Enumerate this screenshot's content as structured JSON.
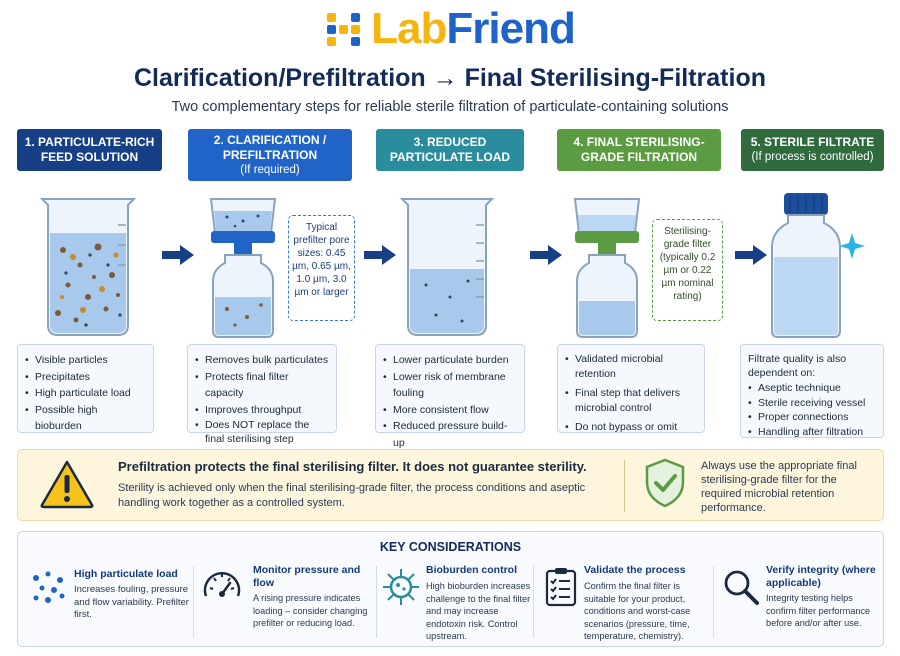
{
  "brand": {
    "lab": "Lab",
    "friend": "Friend"
  },
  "title": "Clarification/Prefiltration → Final Sterilising-Filtration",
  "subtitle": "Two complementary steps for reliable sterile filtration of particulate-containing solutions",
  "colors": {
    "step1": "#173f86",
    "step2": "#2064c8",
    "step3": "#2a8d9d",
    "step4": "#5b9c43",
    "step5": "#2f6b3c",
    "arrow": "#173f86",
    "warning": "#f6c21c"
  },
  "steps": [
    {
      "title": "1. PARTICULATE-RICH FEED SOLUTION",
      "sub": "",
      "bullets": [
        "Visible particles",
        "Precipitates",
        "High particulate load",
        "Possible high bioburden"
      ]
    },
    {
      "title": "2. CLARIFICATION / PREFILTRATION",
      "sub": "(If required)",
      "bullets": [
        "Removes bulk particulates",
        "Protects final filter capacity",
        "Improves throughput",
        "Does NOT replace the final sterilising step"
      ]
    },
    {
      "title": "3. REDUCED PARTICULATE LOAD",
      "sub": "",
      "bullets": [
        "Lower particulate burden",
        "Lower risk of membrane fouling",
        "More consistent flow",
        "Reduced pressure build-up"
      ]
    },
    {
      "title": "4. FINAL STERILISING-GRADE FILTRATION",
      "sub": "",
      "bullets": [
        "Validated microbial retention",
        "Final step that delivers microbial control",
        "Do not bypass or omit"
      ]
    },
    {
      "title": "5. STERILE FILTRATE",
      "sub": "(If process is controlled)",
      "intro": "Filtrate quality is also dependent on:",
      "bullets": [
        "Aseptic technique",
        "Sterile receiving vessel",
        "Proper connections",
        "Handling after filtration"
      ]
    }
  ],
  "callouts": {
    "prefilter": "Typical prefilter pore sizes: 0.45 µm, 0.65 µm, 1.0 µm, 3.0 µm or larger",
    "sterilising": "Sterilising-grade filter (typically 0.2 µm or 0.22 µm nominal rating)"
  },
  "warning": {
    "headline": "Prefiltration protects the final sterilising filter. It does not guarantee sterility.",
    "body": "Sterility is achieved only when the final sterilising-grade filter, the process conditions and aseptic handling work together as a controlled system.",
    "right": "Always use the appropriate final sterilising-grade filter for the required microbial retention performance."
  },
  "key": {
    "title": "KEY CONSIDERATIONS",
    "items": [
      {
        "icon": "particles-icon",
        "title": "High particulate load",
        "body": "Increases fouling, pressure and flow variability. Prefilter first."
      },
      {
        "icon": "gauge-icon",
        "title": "Monitor pressure and flow",
        "body": "A rising pressure indicates loading – consider changing prefilter or reducing load."
      },
      {
        "icon": "microbe-icon",
        "title": "Bioburden control",
        "body": "High bioburden increases challenge to the final filter and may increase endotoxin risk. Control upstream."
      },
      {
        "icon": "checklist-icon",
        "title": "Validate the process",
        "body": "Confirm the final filter is suitable for your product, conditions and worst-case scenarios (pressure, time, temperature, chemistry)."
      },
      {
        "icon": "magnifier-icon",
        "title": "Verify integrity (where applicable)",
        "body": "Integrity testing helps confirm filter performance before and/or after use."
      }
    ]
  }
}
